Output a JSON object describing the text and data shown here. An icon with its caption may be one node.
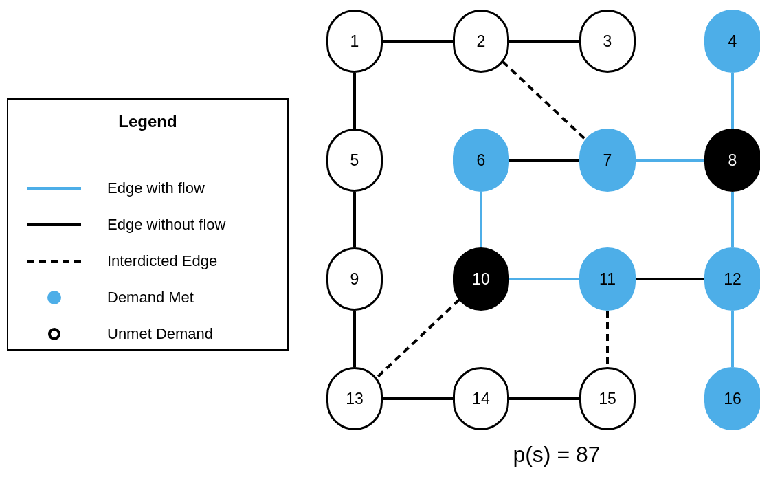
{
  "diagram": {
    "nodes": [
      {
        "text": [
          "1"
        ]
      },
      {
        "text": [
          "2"
        ]
      },
      {
        "text": [
          "3"
        ]
      },
      {
        "text": [
          "4"
        ]
      },
      {
        "text": [
          "5"
        ]
      },
      {
        "text": [
          "6"
        ]
      },
      {
        "text": [
          "7"
        ]
      },
      {
        "text": [
          "8"
        ]
      },
      {
        "text": [
          "9"
        ]
      },
      {
        "text": [
          "10"
        ]
      },
      {
        "text": [
          "11"
        ]
      },
      {
        "text": [
          "12"
        ]
      },
      {
        "text": [
          "13"
        ]
      },
      {
        "text": [
          "14"
        ]
      },
      {
        "text": [
          "15"
        ]
      },
      {
        "text": [
          "16"
        ]
      }
    ],
    "edges": [
      {
        "from": 0,
        "to": 1,
        "arrow": "none"
      },
      {
        "from": 1,
        "to": 2,
        "arrow": "none"
      },
      {
        "from": 1,
        "to": 6,
        "arrow": "none",
        "style": "dashed"
      },
      {
        "from": 0,
        "to": 4,
        "arrow": "none"
      },
      {
        "from": 3,
        "to": 7,
        "arrow": "none",
        "color": "#4daee8"
      },
      {
        "from": 5,
        "to": 6,
        "arrow": "none"
      },
      {
        "from": 6,
        "to": 7,
        "arrow": "none",
        "color": "#4daee8"
      },
      {
        "from": 4,
        "to": 8,
        "arrow": "none"
      },
      {
        "from": 5,
        "to": 9,
        "arrow": "none",
        "color": "#4daee8"
      },
      {
        "from": 7,
        "to": 11,
        "arrow": "none",
        "color": "#4daee8"
      },
      {
        "from": 9,
        "to": 10,
        "arrow": "none",
        "color": "#4daee8"
      },
      {
        "from": 10,
        "to": 11,
        "arrow": "none"
      },
      {
        "from": 8,
        "to": 12,
        "arrow": "none"
      },
      {
        "from": 9,
        "to": 12,
        "arrow": "none",
        "style": "dashed"
      },
      {
        "from": 10,
        "to": 14,
        "arrow": "none",
        "style": "dashed"
      },
      {
        "from": 11,
        "to": 15,
        "arrow": "none",
        "color": "#4daee8"
      },
      {
        "from": 12,
        "to": 13,
        "arrow": "none"
      },
      {
        "from": 13,
        "to": 14,
        "arrow": "none"
      }
    ],
    "labels": [
      "Legend",
      "p(s) = 87"
    ],
    "legend": [
      {
        "text": "Edge with flow"
      },
      {
        "text": "Edge without flow"
      },
      {
        "text": "Interdicted Edge"
      },
      {
        "text": "Demand Met",
        "color": "#4daee8"
      },
      {
        "text": "Unmet Demand"
      }
    ]
  }
}
